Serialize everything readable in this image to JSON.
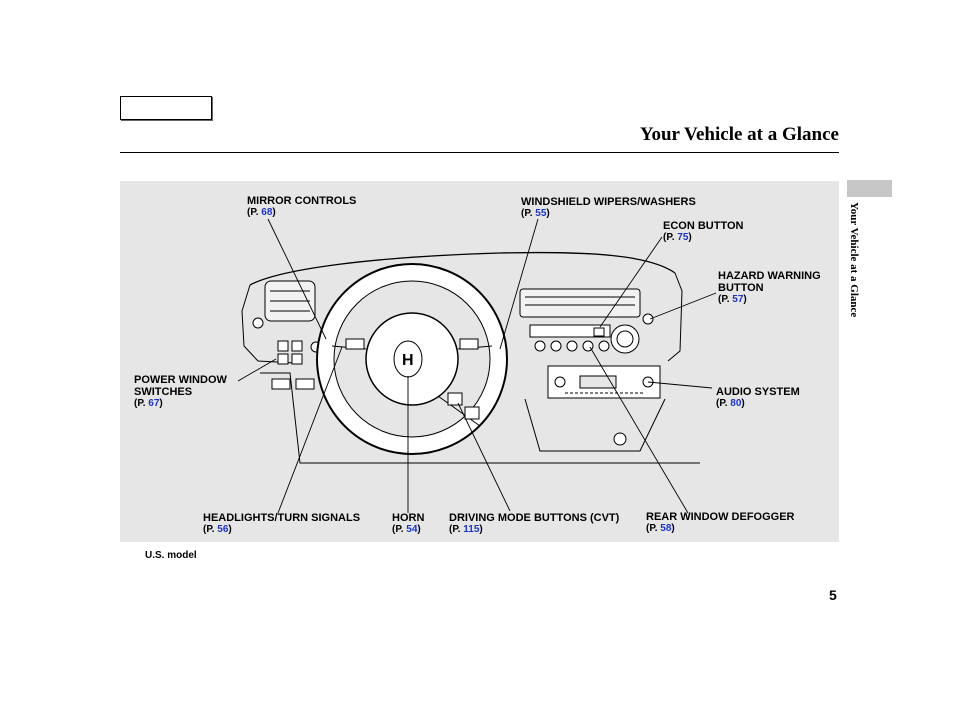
{
  "header": {
    "title": "Your Vehicle at a Glance",
    "toc_button_label": ""
  },
  "side_tab": {
    "label": "Your Vehicle at a Glance"
  },
  "callouts": {
    "mirror_controls": {
      "label": "MIRROR CONTROLS",
      "prefix": "(P. ",
      "page": "68",
      "suffix": ")"
    },
    "wipers": {
      "label": "WINDSHIELD WIPERS/WASHERS",
      "prefix": "(P. ",
      "page": "55",
      "suffix": ")"
    },
    "econ": {
      "label": "ECON BUTTON",
      "prefix": "(P. ",
      "page": "75",
      "suffix": ")"
    },
    "hazard": {
      "label_line1": "HAZARD WARNING",
      "label_line2": "BUTTON",
      "prefix": "(P. ",
      "page": "57",
      "suffix": ")"
    },
    "power_window": {
      "label_line1": "POWER WINDOW",
      "label_line2": "SWITCHES",
      "prefix": "(P. ",
      "page": "67",
      "suffix": ")"
    },
    "audio": {
      "label": "AUDIO SYSTEM",
      "prefix": "(P. ",
      "page": "80",
      "suffix": ")"
    },
    "headlights": {
      "label": "HEADLIGHTS/TURN SIGNALS",
      "prefix": "(P. ",
      "page": "56",
      "suffix": ")"
    },
    "horn": {
      "label": "HORN",
      "prefix": "(P. ",
      "page": "54",
      "suffix": ")"
    },
    "driving_mode": {
      "label": "DRIVING MODE BUTTONS (CVT)",
      "prefix": "(P. ",
      "page": "115",
      "suffix": ")"
    },
    "defogger": {
      "label": "REAR WINDOW DEFOGGER",
      "prefix": "(P. ",
      "page": "58",
      "suffix": ")"
    }
  },
  "footer": {
    "model_note": "U.S. model",
    "page_number": "5"
  }
}
